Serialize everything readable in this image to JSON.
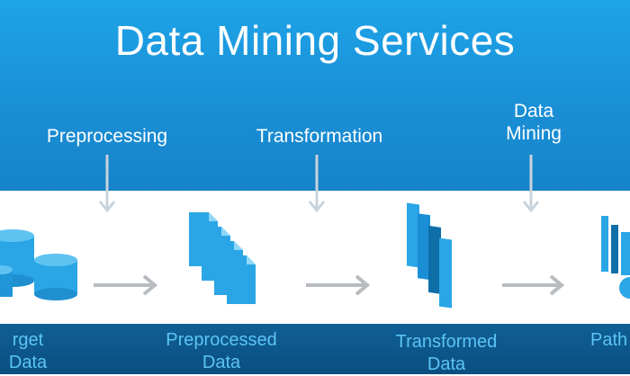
{
  "title": "Data Mining Services",
  "steps": [
    {
      "label": "Preprocessing"
    },
    {
      "label": "Transformation"
    },
    {
      "label_line1": "Data",
      "label_line2": "Mining"
    }
  ],
  "outputs": [
    {
      "line1": "rget",
      "line2": "Data"
    },
    {
      "line1": "Preprocessed",
      "line2": "Data"
    },
    {
      "line1": "Transformed",
      "line2": "Data"
    },
    {
      "line1": "Path",
      "line2": ""
    }
  ],
  "icons": [
    "database-icon",
    "documents-icon",
    "layers-icon",
    "chart-icon"
  ],
  "colors": {
    "top_band": "#1a8fd6",
    "bottom_band": "#0b4f80",
    "icon_blue": "#2aa6e6",
    "icon_dark": "#0e6ea8",
    "arrow_gray": "#b8bcc0",
    "output_text": "#5bc4f5"
  }
}
